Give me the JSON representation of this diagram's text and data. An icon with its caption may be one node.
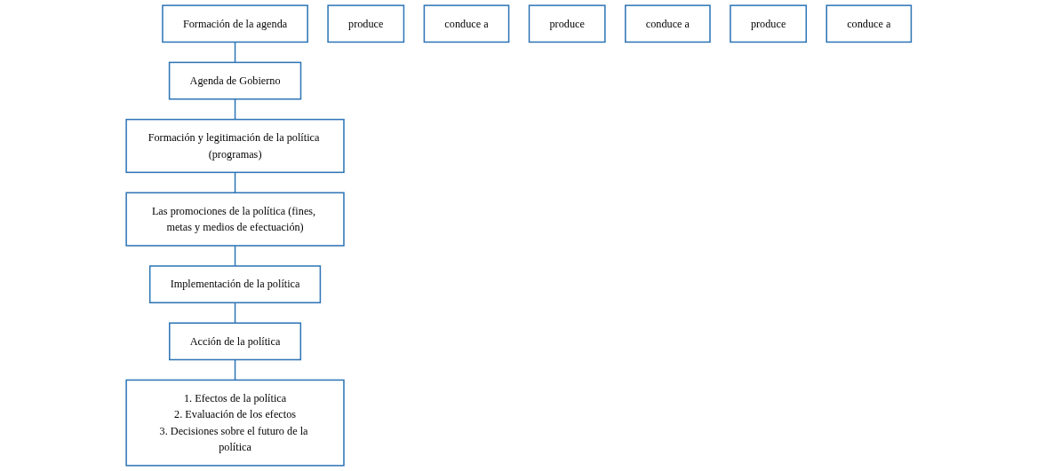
{
  "diagram": {
    "nodes": [
      {
        "text": [
          "Formación de la agenda"
        ]
      },
      {
        "text": [
          "produce"
        ]
      },
      {
        "text": [
          "Agenda de Gobierno"
        ]
      },
      {
        "text": [
          "conduce a"
        ]
      },
      {
        "text": [
          "Formación y legitimación de la política (programas)"
        ]
      },
      {
        "text": [
          "produce"
        ]
      },
      {
        "text": [
          "Las promociones de la política (fines, metas y medios de efectuación)"
        ]
      },
      {
        "text": [
          "conduce a"
        ]
      },
      {
        "text": [
          "Implementación de la política"
        ]
      },
      {
        "text": [
          "produce"
        ]
      },
      {
        "text": [
          "Acción de la política"
        ]
      },
      {
        "text": [
          "conduce a"
        ]
      },
      {
        "text": [
          "1. Efectos de la política",
          "2. Evaluación de los efectos",
          "3. Decisiones sobre el futuro de la política"
        ]
      }
    ],
    "edges": [
      {
        "from": 0,
        "to": 2,
        "arrow": "none"
      },
      {
        "from": 2,
        "to": 4,
        "arrow": "none"
      },
      {
        "from": 4,
        "to": 6,
        "arrow": "none"
      },
      {
        "from": 6,
        "to": 8,
        "arrow": "none"
      },
      {
        "from": 8,
        "to": 10,
        "arrow": "none"
      },
      {
        "from": 10,
        "to": 12,
        "arrow": "none"
      }
    ]
  }
}
